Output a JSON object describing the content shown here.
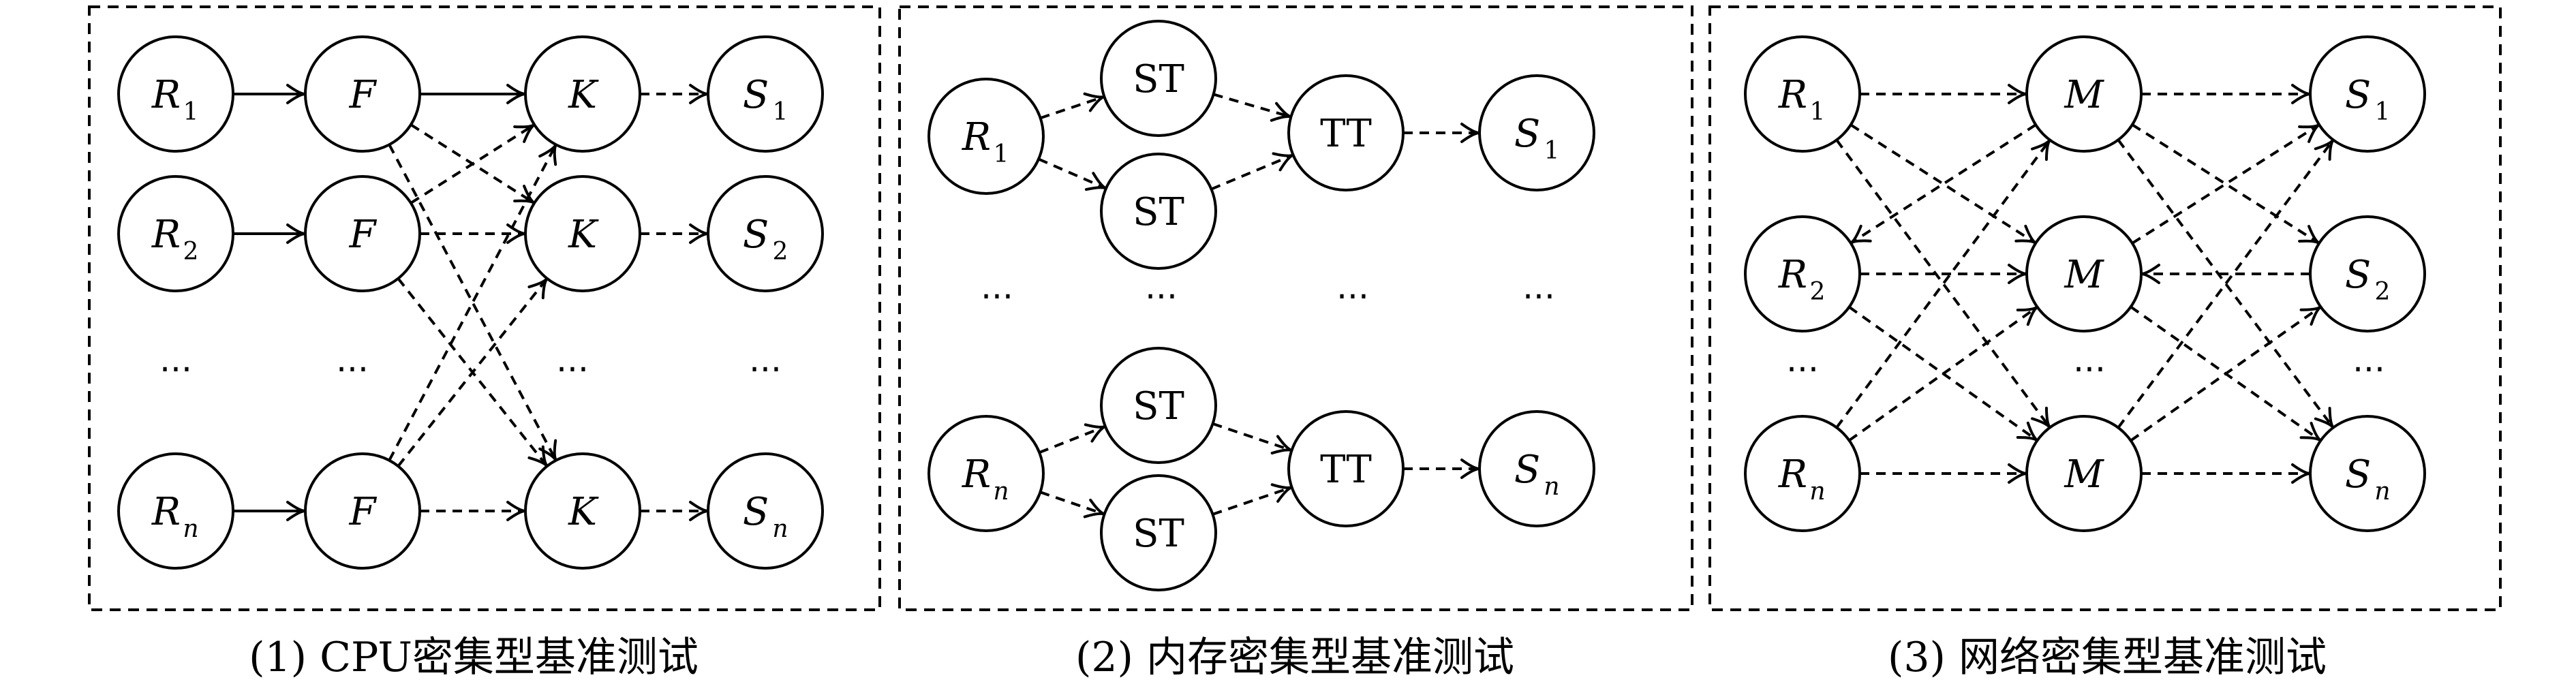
{
  "panels": [
    {
      "id": "cpu",
      "caption": "(1) CPU密集型基准测试",
      "nodes": [
        {
          "id": "r1",
          "main": "R",
          "sub": "1",
          "italic": true
        },
        {
          "id": "r2",
          "main": "R",
          "sub": "2",
          "italic": true
        },
        {
          "id": "rn",
          "main": "R",
          "sub": "n",
          "italic": true
        },
        {
          "id": "f1",
          "main": "F",
          "sub": "",
          "italic": true
        },
        {
          "id": "f2",
          "main": "F",
          "sub": "",
          "italic": true
        },
        {
          "id": "fn",
          "main": "F",
          "sub": "",
          "italic": true
        },
        {
          "id": "k1",
          "main": "K",
          "sub": "",
          "italic": true
        },
        {
          "id": "k2",
          "main": "K",
          "sub": "",
          "italic": true
        },
        {
          "id": "kn",
          "main": "K",
          "sub": "",
          "italic": true
        },
        {
          "id": "s1",
          "main": "S",
          "sub": "1",
          "italic": true
        },
        {
          "id": "s2",
          "main": "S",
          "sub": "2",
          "italic": true
        },
        {
          "id": "sn",
          "main": "S",
          "sub": "n",
          "italic": true
        }
      ],
      "edges": [
        {
          "from": "r1",
          "to": "f1",
          "style": "solid"
        },
        {
          "from": "r2",
          "to": "f2",
          "style": "solid"
        },
        {
          "from": "rn",
          "to": "fn",
          "style": "solid"
        },
        {
          "from": "f1",
          "to": "k1",
          "style": "solid"
        },
        {
          "from": "f1",
          "to": "k2",
          "style": "dashed"
        },
        {
          "from": "f1",
          "to": "kn",
          "style": "dashed"
        },
        {
          "from": "f2",
          "to": "k1",
          "style": "dashed"
        },
        {
          "from": "f2",
          "to": "k2",
          "style": "dashed"
        },
        {
          "from": "f2",
          "to": "kn",
          "style": "dashed"
        },
        {
          "from": "fn",
          "to": "k1",
          "style": "dashed"
        },
        {
          "from": "fn",
          "to": "k2",
          "style": "dashed"
        },
        {
          "from": "fn",
          "to": "kn",
          "style": "dashed"
        },
        {
          "from": "k1",
          "to": "s1",
          "style": "dashed"
        },
        {
          "from": "k2",
          "to": "s2",
          "style": "dashed"
        },
        {
          "from": "kn",
          "to": "sn",
          "style": "dashed"
        }
      ],
      "ellipses": [
        "...",
        "...",
        "...",
        "..."
      ]
    },
    {
      "id": "memory",
      "caption": "(2) 内存密集型基准测试",
      "nodes": [
        {
          "id": "r1",
          "main": "R",
          "sub": "1",
          "italic": true
        },
        {
          "id": "rn",
          "main": "R",
          "sub": "n",
          "italic": true
        },
        {
          "id": "st1a",
          "main": "ST",
          "sub": "",
          "italic": false
        },
        {
          "id": "st1b",
          "main": "ST",
          "sub": "",
          "italic": false
        },
        {
          "id": "stna",
          "main": "ST",
          "sub": "",
          "italic": false
        },
        {
          "id": "stnb",
          "main": "ST",
          "sub": "",
          "italic": false
        },
        {
          "id": "tt1",
          "main": "TT",
          "sub": "",
          "italic": false
        },
        {
          "id": "ttn",
          "main": "TT",
          "sub": "",
          "italic": false
        },
        {
          "id": "s1",
          "main": "S",
          "sub": "1",
          "italic": true
        },
        {
          "id": "sn",
          "main": "S",
          "sub": "n",
          "italic": true
        }
      ],
      "edges": [
        {
          "from": "r1",
          "to": "st1a",
          "style": "dashed"
        },
        {
          "from": "r1",
          "to": "st1b",
          "style": "dashed"
        },
        {
          "from": "st1a",
          "to": "tt1",
          "style": "dashed"
        },
        {
          "from": "st1b",
          "to": "tt1",
          "style": "dashed"
        },
        {
          "from": "tt1",
          "to": "s1",
          "style": "dashed"
        },
        {
          "from": "rn",
          "to": "stna",
          "style": "dashed"
        },
        {
          "from": "rn",
          "to": "stnb",
          "style": "dashed"
        },
        {
          "from": "stna",
          "to": "ttn",
          "style": "dashed"
        },
        {
          "from": "stnb",
          "to": "ttn",
          "style": "dashed"
        },
        {
          "from": "ttn",
          "to": "sn",
          "style": "dashed"
        }
      ],
      "ellipses": [
        "...",
        "...",
        "...",
        "..."
      ]
    },
    {
      "id": "network",
      "caption": "(3) 网络密集型基准测试",
      "nodes": [
        {
          "id": "r1",
          "main": "R",
          "sub": "1",
          "italic": true
        },
        {
          "id": "r2",
          "main": "R",
          "sub": "2",
          "italic": true
        },
        {
          "id": "rn",
          "main": "R",
          "sub": "n",
          "italic": true
        },
        {
          "id": "m1",
          "main": "M",
          "sub": "",
          "italic": true
        },
        {
          "id": "m2",
          "main": "M",
          "sub": "",
          "italic": true
        },
        {
          "id": "mn",
          "main": "M",
          "sub": "",
          "italic": true
        },
        {
          "id": "s1",
          "main": "S",
          "sub": "1",
          "italic": true
        },
        {
          "id": "s2",
          "main": "S",
          "sub": "2",
          "italic": true
        },
        {
          "id": "sn",
          "main": "S",
          "sub": "n",
          "italic": true
        }
      ],
      "edges": [
        {
          "from": "r1",
          "to": "m1",
          "style": "dashed"
        },
        {
          "from": "r1",
          "to": "m2",
          "style": "dashed"
        },
        {
          "from": "r1",
          "to": "mn",
          "style": "dashed"
        },
        {
          "from": "m1",
          "to": "r2",
          "style": "dashed"
        },
        {
          "from": "r2",
          "to": "m2",
          "style": "dashed"
        },
        {
          "from": "r2",
          "to": "mn",
          "style": "dashed"
        },
        {
          "from": "rn",
          "to": "m1",
          "style": "dashed"
        },
        {
          "from": "rn",
          "to": "m2",
          "style": "dashed"
        },
        {
          "from": "rn",
          "to": "mn",
          "style": "dashed"
        },
        {
          "from": "m1",
          "to": "s1",
          "style": "dashed"
        },
        {
          "from": "m1",
          "to": "s2",
          "style": "dashed"
        },
        {
          "from": "m1",
          "to": "sn",
          "style": "dashed"
        },
        {
          "from": "s2",
          "to": "m2",
          "style": "dashed"
        },
        {
          "from": "m2",
          "to": "s1",
          "style": "dashed"
        },
        {
          "from": "m2",
          "to": "sn",
          "style": "dashed"
        },
        {
          "from": "mn",
          "to": "s1",
          "style": "dashed"
        },
        {
          "from": "mn",
          "to": "s2",
          "style": "dashed"
        },
        {
          "from": "mn",
          "to": "sn",
          "style": "dashed"
        }
      ],
      "ellipses": [
        "...",
        "...",
        "..."
      ]
    }
  ]
}
